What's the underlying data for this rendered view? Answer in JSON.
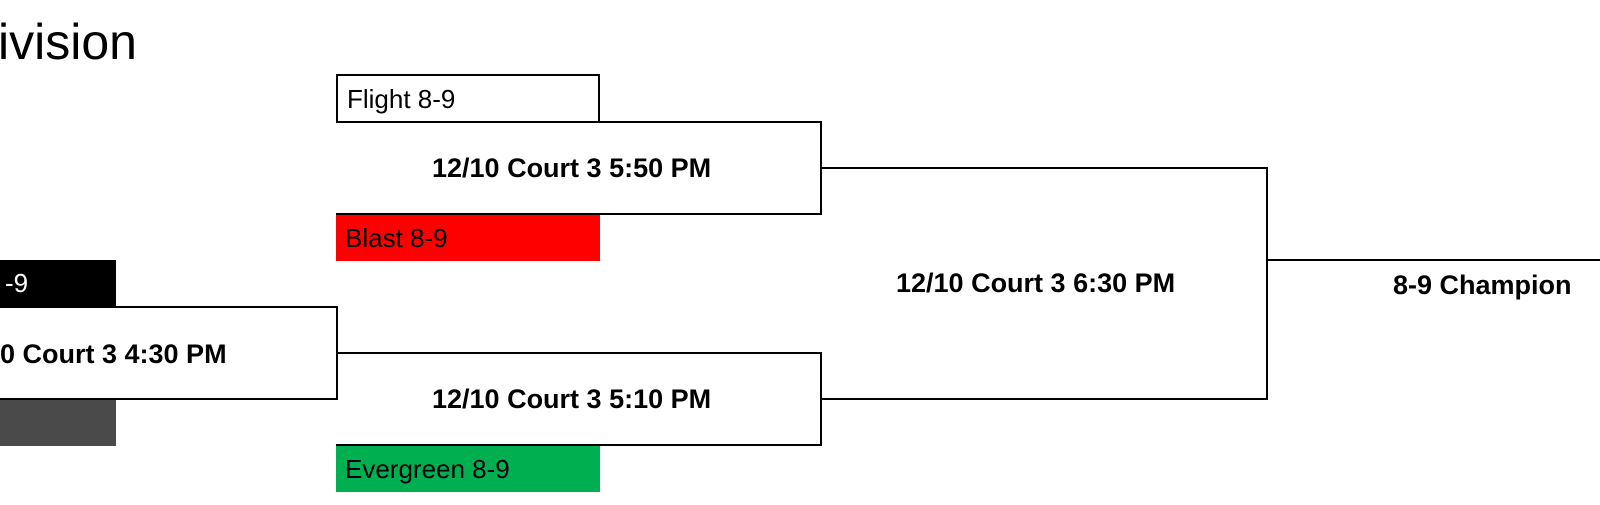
{
  "title": "ivision",
  "colors": {
    "blast": "#ff0000",
    "evergreen": "#00b050",
    "black_team": "#000000",
    "gray_team": "#4a4a4a"
  },
  "teams": {
    "flight": "Flight 8-9",
    "blast": "Blast 8-9",
    "left_top": "-9",
    "left_bottom": "",
    "evergreen": "Evergreen 8-9"
  },
  "games": {
    "left": "0 Court 3 4:30 PM",
    "top": "12/10 Court 3 5:50 PM",
    "bottom": "12/10 Court 3 5:10 PM",
    "final": "12/10 Court 3 6:30 PM",
    "champion": "8-9 Champion"
  }
}
